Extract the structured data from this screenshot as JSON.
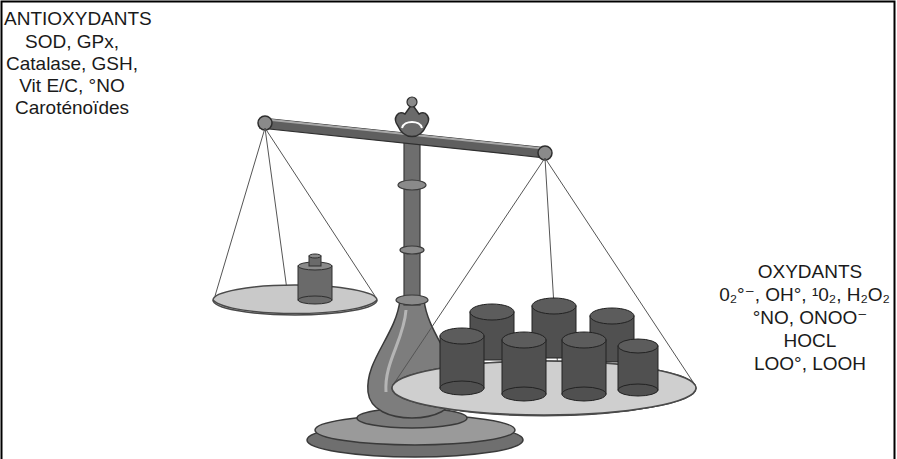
{
  "diagram": {
    "labels": [
      "ANTIOXYDANTS",
      "SOD, GPx,",
      "Catalase, GSH,",
      "Vit E/C, °NO",
      "Caroténoïdes",
      "OXYDANTS",
      "0₂°⁻, OH°, ¹0₂, H₂O₂",
      "°NO, ONOO⁻",
      "HOCL",
      "LOO°, LOOH"
    ]
  }
}
